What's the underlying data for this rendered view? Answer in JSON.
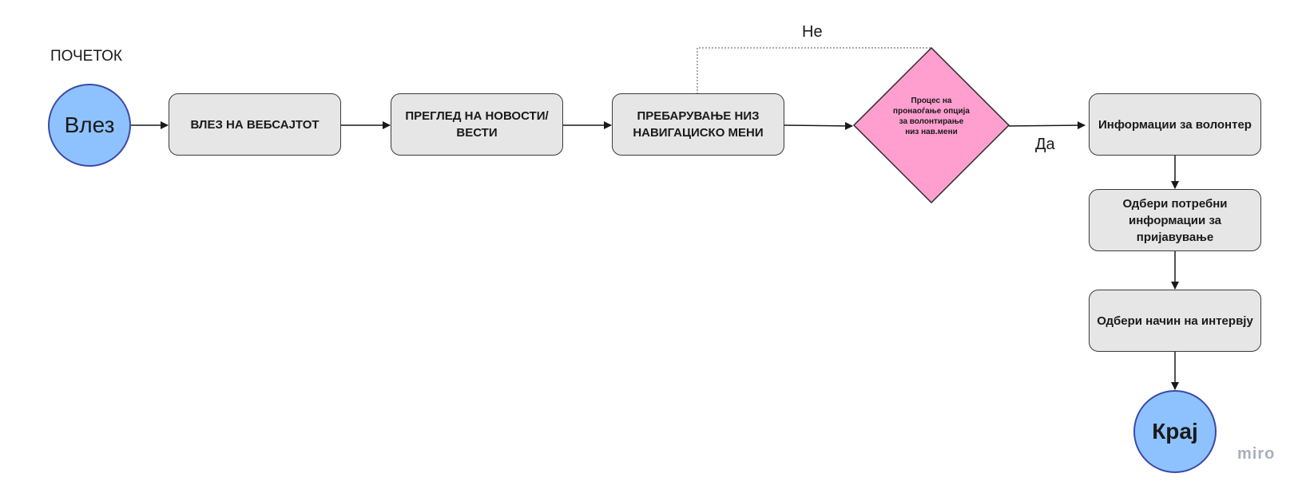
{
  "diagram": {
    "title": "ПОЧЕТОК",
    "nodes": {
      "start": "Влез",
      "step1": "ВЛЕЗ НА ВЕБСАЈТОТ",
      "step2": "ПРЕГЛЕД НА НОВОСТИ/ ВЕСТИ",
      "step3": "ПРЕБАРУВАЊЕ НИЗ НАВИГАЦИСКО МЕНИ",
      "decision": "Процес на пронаоѓање опција за волонтирање низ нав.мени",
      "info": "Информации за волонтер",
      "select_info": "Одбери потребни информации за пријавување",
      "select_interview": "Одбери начин на интервју",
      "end": "Крај"
    },
    "edge_labels": {
      "no": "Не",
      "yes": "Да"
    }
  },
  "branding": {
    "logo_text": "miro"
  },
  "colors": {
    "circle_fill": "#8ec2ff",
    "circle_stroke": "#3b4aa6",
    "box_fill": "#e6e6e6",
    "diamond_fill": "#ff9fd0",
    "line": "#1a1a1a"
  }
}
